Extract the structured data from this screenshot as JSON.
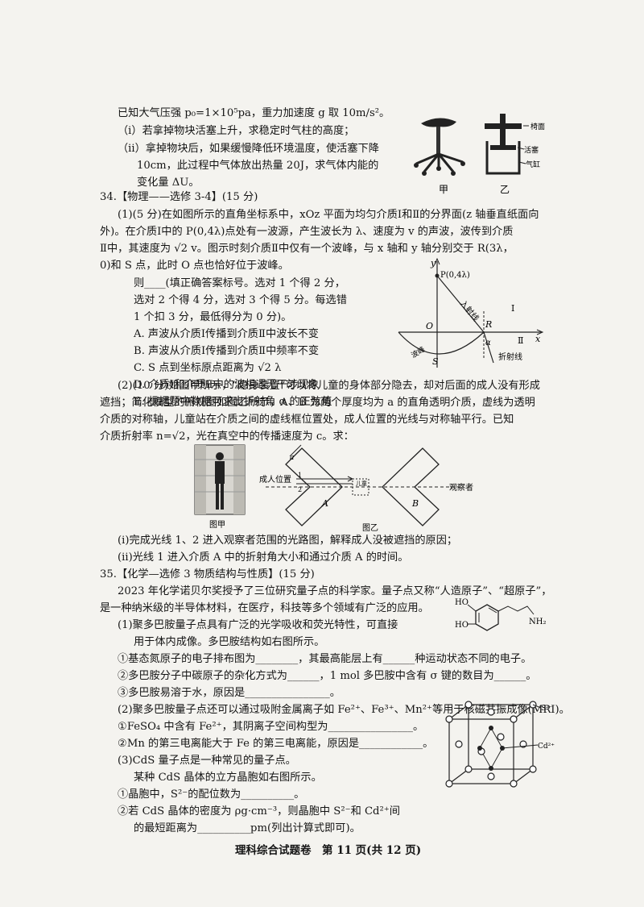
{
  "p33": {
    "l1": "已知大气压强 p₀=1×10⁵pa，重力加速度 g 取 10m/s²。",
    "l2": "（ⅰ）若拿掉物块活塞上升，求稳定时气柱的高度；",
    "l3": "（ⅱ）拿掉物块后，如果缓慢降低环境温度，使活塞下降",
    "l4": "10cm，此过程中气体放出热量 20J，求气体内能的",
    "l5": "变化量 ΔU。",
    "fig_label_jia": "甲",
    "fig_label_yi": "乙",
    "lbl_seat": "椅面",
    "lbl_piston": "活塞",
    "lbl_cyl": "气缸"
  },
  "p34": {
    "title": "34.【物理——选修 3-4】(15 分)",
    "q1_l1": "(1)(5 分)在如图所示的直角坐标系中，xOz 平面为均匀介质Ⅰ和Ⅱ的分界面(z 轴垂直纸面向",
    "q1_l2": "外)。在介质Ⅰ中的 P(0,4λ)点处有一波源，产生波长为 λ、速度为 v 的声波，波传到介质",
    "q1_l3": "Ⅱ中，其速度为 √2 v。图示时刻介质Ⅱ中仅有一个波峰，与 x 轴和 y 轴分别交于 R(3λ，",
    "q1_l4": "0)和 S 点，此时 O 点也恰好位于波峰。",
    "q1_l5": "则____(填正确答案标号。选对 1 个得 2 分，",
    "q1_l6": "选对 2 个得 4 分，选对 3 个得 5 分。每选错",
    "q1_l7": "1 个扣 3 分，最低得分为 0 分)。",
    "optA": "A. 声波从介质Ⅰ传播到介质Ⅱ中波长不变",
    "optB": "B. 声波从介质Ⅰ传播到介质Ⅱ中频率不变",
    "optC": "C. S 点到坐标原点距离为 √2 λ",
    "optD": "D. 介质Ⅰ和介质Ⅱ中的波相遇无干涉现象",
    "optE": "E. 根据题中数据可求出折射角 α 的正弦值",
    "fig": {
      "y": "y",
      "x": "x",
      "P": "P(0,4λ)",
      "ray": "入射线",
      "O": "O",
      "R": "R",
      "S": "S",
      "alpha": "α",
      "m1": "Ⅰ",
      "m2": "Ⅱ",
      "crest": "波峰",
      "refr": "折射线"
    },
    "q2_l1": "(2)(10 分)如图甲所示，“隐身装置”可以将儿童的身体部分隐去，却对后面的成人没有形成",
    "q2_l2": "遮挡；简化模型的俯视图如图乙所示，A、B 为两个厚度均为 a 的直角透明介质，虚线为透明",
    "q2_l3": "介质的对称轴，儿童站在介质之间的虚线框位置处，成人位置的光线与对称轴平行。已知",
    "q2_l4": "介质折射率 n=√2，光在真空中的传播速度为 c。求：",
    "fig2": {
      "adult": "成人位置",
      "one": "1",
      "two": "2",
      "A": "A",
      "B": "B",
      "a": "a",
      "child": "儿童",
      "observer": "观察者",
      "cap1": "图甲",
      "cap2": "图乙"
    },
    "q2_i": "(ⅰ)完成光线 1、2 进入观察者范围的光路图，解释成人没被遮挡的原因；",
    "q2_ii": "(ⅱ)光线 1 进入介质 A 中的折射角大小和通过介质 A 的时间。"
  },
  "p35": {
    "title": "35.【化学—选修 3 物质结构与性质】(15 分)",
    "intro1": "2023 年化学诺贝尔奖授予了三位研究量子点的科学家。量子点又称“人造原子”、“超原子”，",
    "intro2": "是一种纳米级的半导体材料，在医疗，科技等多个领域有广泛的应用。",
    "s1_l1": "(1)聚多巴胺量子点具有广泛的光学吸收和荧光特性，可直接",
    "s1_l2": "用于体内成像。多巴胺结构如右图所示。",
    "q1": "①基态氮原子的电子排布图为________，其最高能层上有______种运动状态不同的电子。",
    "q2": "②多巴胺分子中碳原子的杂化方式为______，1 mol 多巴胺中含有 σ 键的数目为______。",
    "q3": "③多巴胺易溶于水，原因是________________。",
    "s2": "(2)聚多巴胺量子点还可以通过吸附金属离子如 Fe²⁺、Fe³⁺、Mn²⁺等用于核磁共振成像(MRI)。",
    "q4": "①FeSO₄ 中含有 Fe²⁺，其阴离子空间构型为________________。",
    "q5": "②Mn 的第三电离能大于 Fe 的第三电离能，原因是____________。",
    "s3": "(3)CdS 量子点是一种常见的量子点。",
    "s3_l2": "某种 CdS 晶体的立方晶胞如右图所示。",
    "q6": "①晶胞中，S²⁻的配位数为__________。",
    "q7": "②若 CdS 晶体的密度为 ρg·cm⁻³，则晶胞中 S²⁻和 Cd²⁺间",
    "q7b": "的最短距离为__________pm(列出计算式即可)。",
    "mol": {
      "ho1": "HO",
      "ho2": "HO",
      "nh2": "NH₂"
    },
    "cell": {
      "s": "S²⁻",
      "cd": "Cd²⁺"
    }
  },
  "footer": "理科综合试题卷　第 11 页(共 12 页)"
}
